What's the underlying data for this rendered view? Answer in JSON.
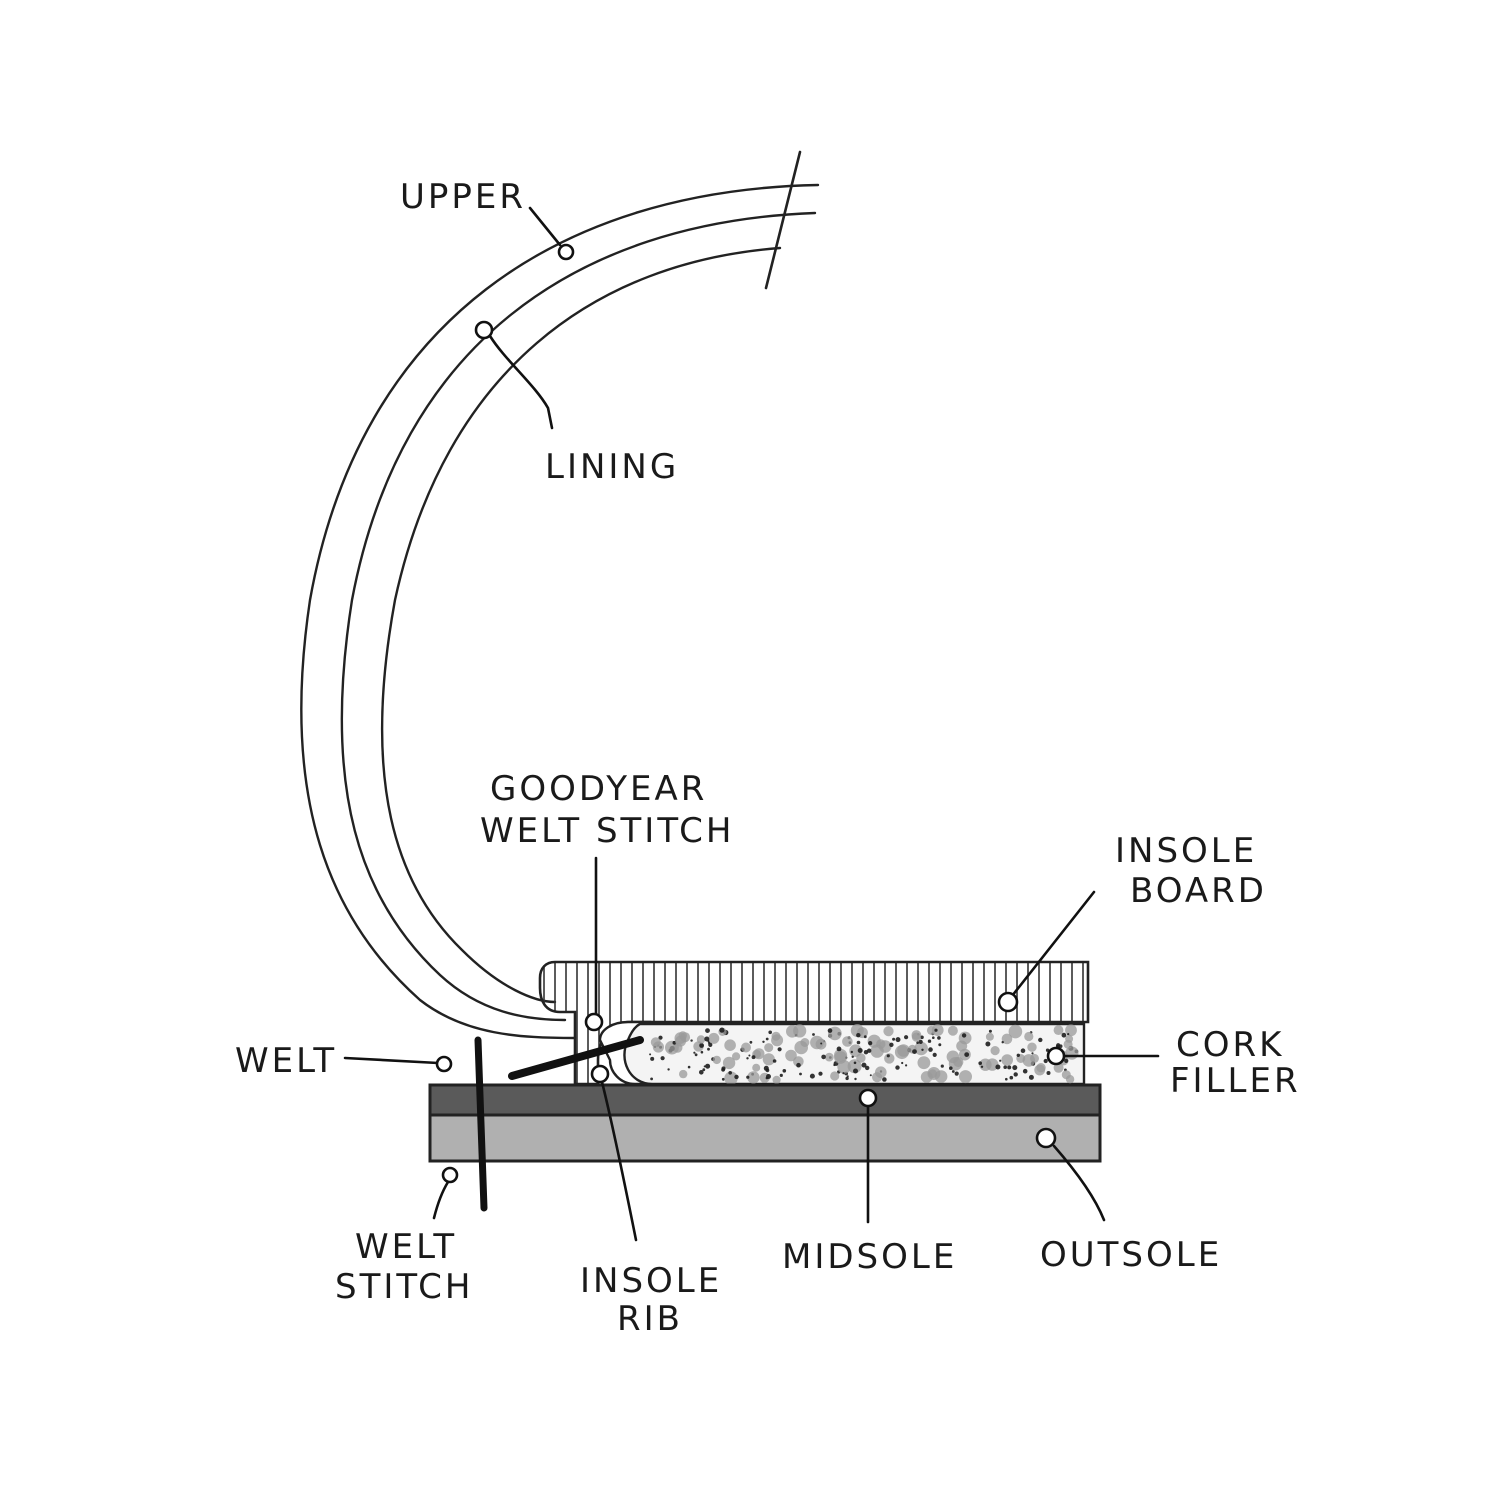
{
  "colors": {
    "ink": "#222222",
    "background": "#ffffff",
    "midsole": "#5a5a5a",
    "outsole": "#b0b0b0",
    "cork_speckle": "#8a8a8a"
  },
  "labels": {
    "upper": "UPPER",
    "lining": "LINING",
    "goodyear_line1": "GOODYEAR",
    "goodyear_line2": "WELT STITCH",
    "insole_board_line1": "INSOLE",
    "insole_board_line2": "BOARD",
    "welt": "WELT",
    "cork_line1": "CORK",
    "cork_line2": "FILLER",
    "welt_stitch_line1": "WELT",
    "welt_stitch_line2": "STITCH",
    "insole_rib_line1": "INSOLE",
    "insole_rib_line2": "RIB",
    "midsole": "MIDSOLE",
    "outsole": "OUTSOLE"
  }
}
